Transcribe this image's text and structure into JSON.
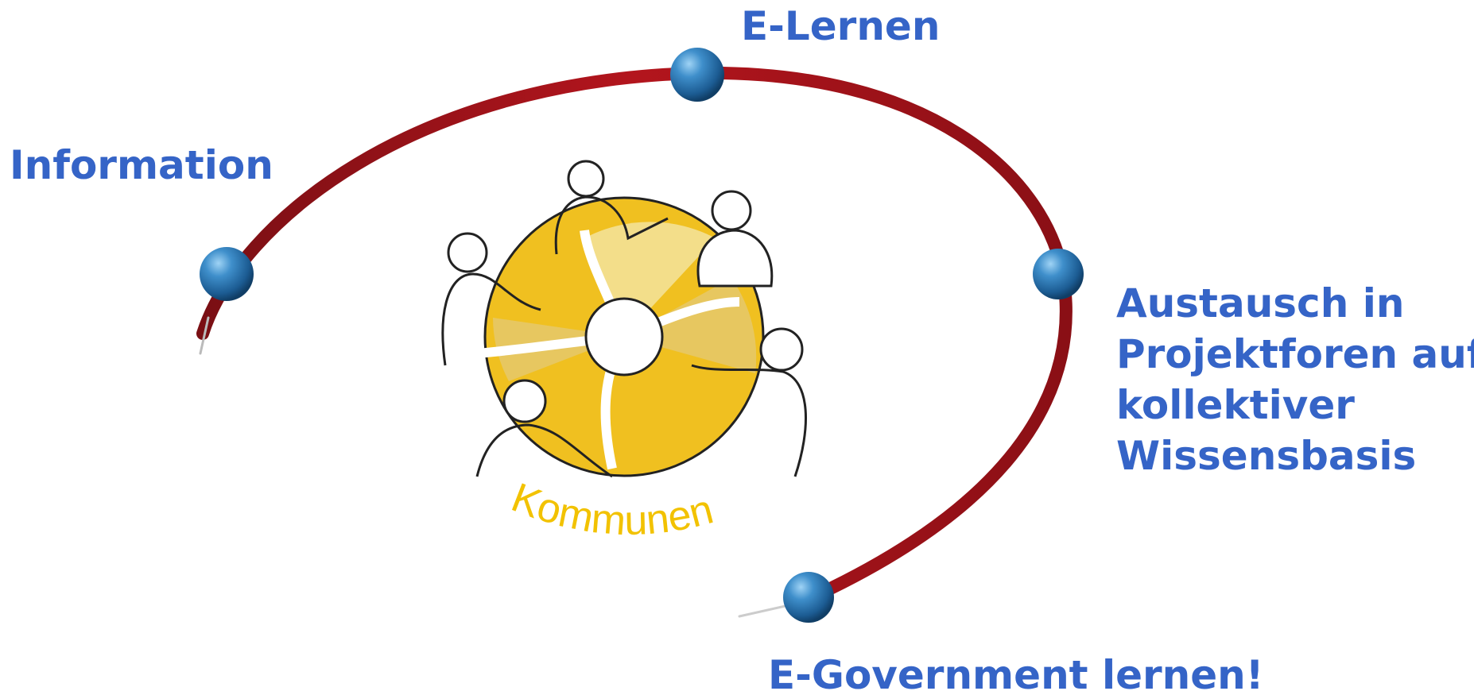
{
  "nodes": {
    "elernen": "E-Lernen",
    "information": "Information",
    "austausch": [
      "Austausch in",
      "Projektforen auf",
      "kollektiver",
      "Wissensbasis"
    ],
    "egovernment": "E-Government lernen!"
  },
  "center": {
    "label": "Kommunen",
    "illustration": "people-around-round-table"
  },
  "colors": {
    "label_blue": "#3564c7",
    "orbit_red": "#a8141c",
    "sphere_blue": "#2e7ab8",
    "table_yellow": "#f0c020",
    "kommunen_yellow": "#f2c200"
  }
}
